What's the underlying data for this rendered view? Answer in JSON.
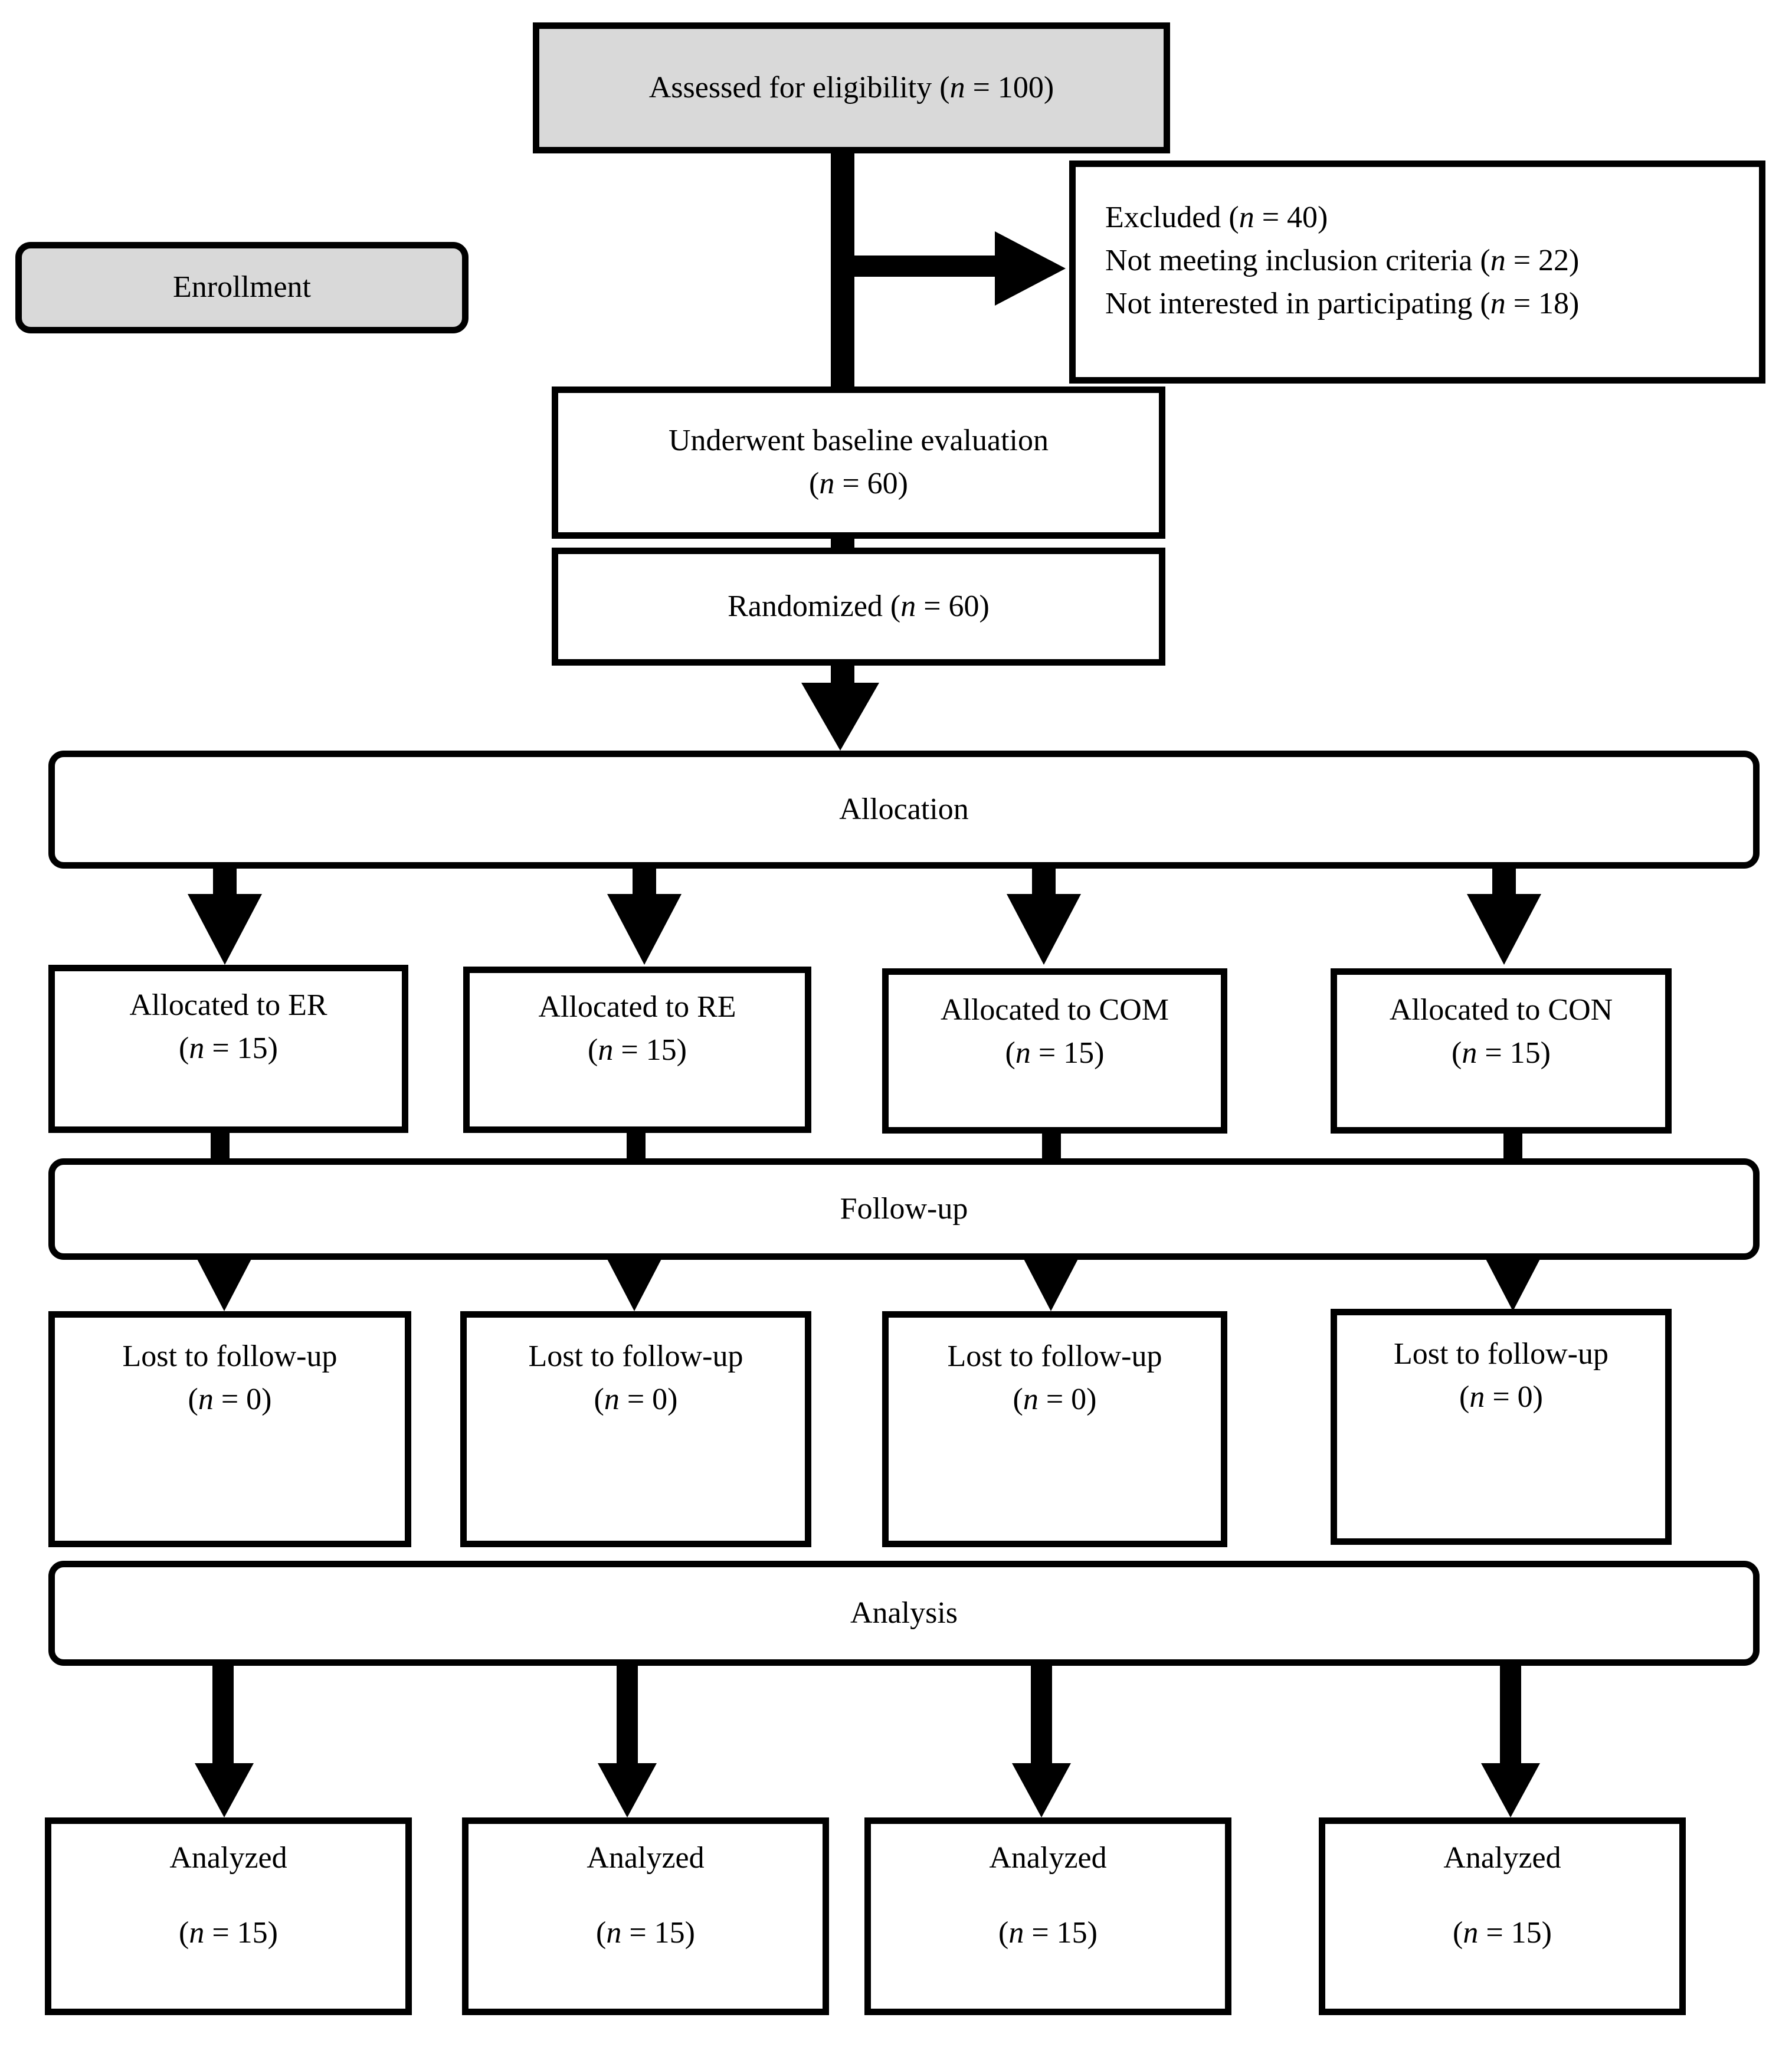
{
  "enrollment": {
    "label": "Enrollment",
    "assessed": {
      "text": "Assessed for eligibility (",
      "n": "n",
      "rest": " = 100)"
    },
    "excluded": [
      {
        "text": "Excluded (",
        "n": "n",
        "rest": " = 40)"
      },
      {
        "text": "Not meeting inclusion criteria (",
        "n": "n",
        "rest": " = 22)"
      },
      {
        "text": "Not interested in participating (",
        "n": "n",
        "rest": " = 18)"
      }
    ],
    "baseline": {
      "text": "Underwent baseline evaluation",
      "open": "(",
      "n": "n",
      "rest": " = 60)"
    },
    "randomized": {
      "text": "Randomized (",
      "n": "n",
      "rest": " = 60)"
    }
  },
  "phases": {
    "allocation": "Allocation",
    "followup": "Follow-up",
    "analysis": "Analysis"
  },
  "allocated": [
    {
      "label": "Allocated to ER",
      "open": "(",
      "n": "n",
      "rest": " = 15)"
    },
    {
      "label": "Allocated to RE",
      "open": "(",
      "n": "n",
      "rest": " = 15)"
    },
    {
      "label": "Allocated to COM",
      "open": "(",
      "n": "n",
      "rest": " = 15)"
    },
    {
      "label": "Allocated to CON",
      "open": "(",
      "n": "n",
      "rest": " = 15)"
    }
  ],
  "lost": [
    {
      "label": "Lost to follow-up",
      "open": "(",
      "n": "n",
      "rest": " = 0)"
    },
    {
      "label": "Lost to follow-up",
      "open": "(",
      "n": "n",
      "rest": " = 0)"
    },
    {
      "label": "Lost to follow-up",
      "open": "(",
      "n": "n",
      "rest": " = 0)"
    },
    {
      "label": "Lost to follow-up",
      "open": "(",
      "n": "n",
      "rest": " = 0)"
    }
  ],
  "analyzed": [
    {
      "label": "Analyzed",
      "open": "(",
      "n": "n",
      "rest": " = 15)"
    },
    {
      "label": "Analyzed",
      "open": "(",
      "n": "n",
      "rest": " = 15)"
    },
    {
      "label": "Analyzed",
      "open": "(",
      "n": "n",
      "rest": " = 15)"
    },
    {
      "label": "Analyzed",
      "open": "(",
      "n": "n",
      "rest": " = 15)"
    }
  ]
}
